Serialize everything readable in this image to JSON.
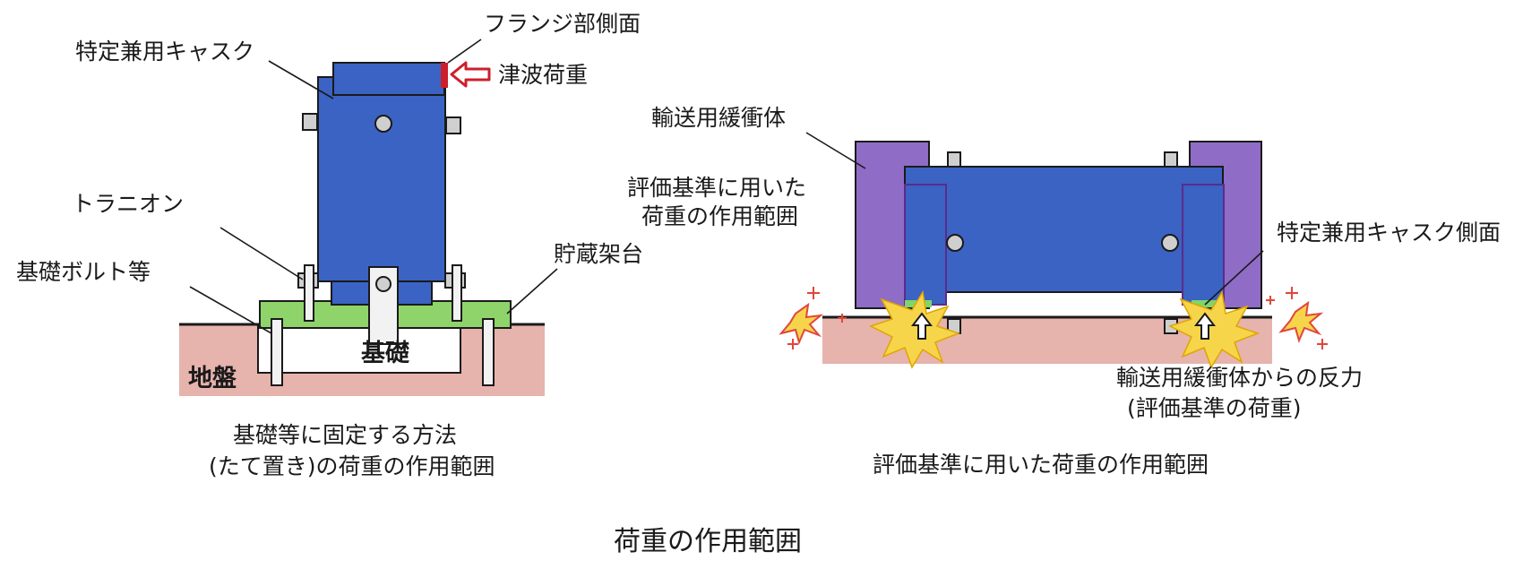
{
  "figure_title": "荷重の作用範囲",
  "left_diagram": {
    "labels": {
      "cask": "特定兼用キャスク",
      "flange_side": "フランジ部側面",
      "tsunami_load": "津波荷重",
      "trunnion": "トラニオン",
      "foundation_bolts": "基礎ボルト等",
      "storage_rack": "貯蔵架台",
      "foundation": "基礎",
      "ground": "地盤"
    },
    "caption_line1": "基礎等に固定する方法",
    "caption_line2": "(たて置き)の荷重の作用範囲"
  },
  "right_diagram": {
    "labels": {
      "shock_absorber": "輸送用緩衝体",
      "criteria_range_line1": "評価基準に用いた",
      "criteria_range_line2": "荷重の作用範囲",
      "cask_side": "特定兼用キャスク側面",
      "reaction_line1": "輸送用緩衝体からの反力",
      "reaction_line2": "(評価基準の荷重)"
    },
    "caption": "評価基準に用いた荷重の作用範囲"
  },
  "colors": {
    "cask_blue": "#3a63c4",
    "storage_rack_green": "#8fd46b",
    "ground_pink": "#e7b3ad",
    "shock_absorber_purple": "#8f6cc6",
    "load_red": "#cc1f2b",
    "burst_yellow": "#f6d54a",
    "spark_red": "#e0473a",
    "load_range_green": "#7fd56b"
  }
}
